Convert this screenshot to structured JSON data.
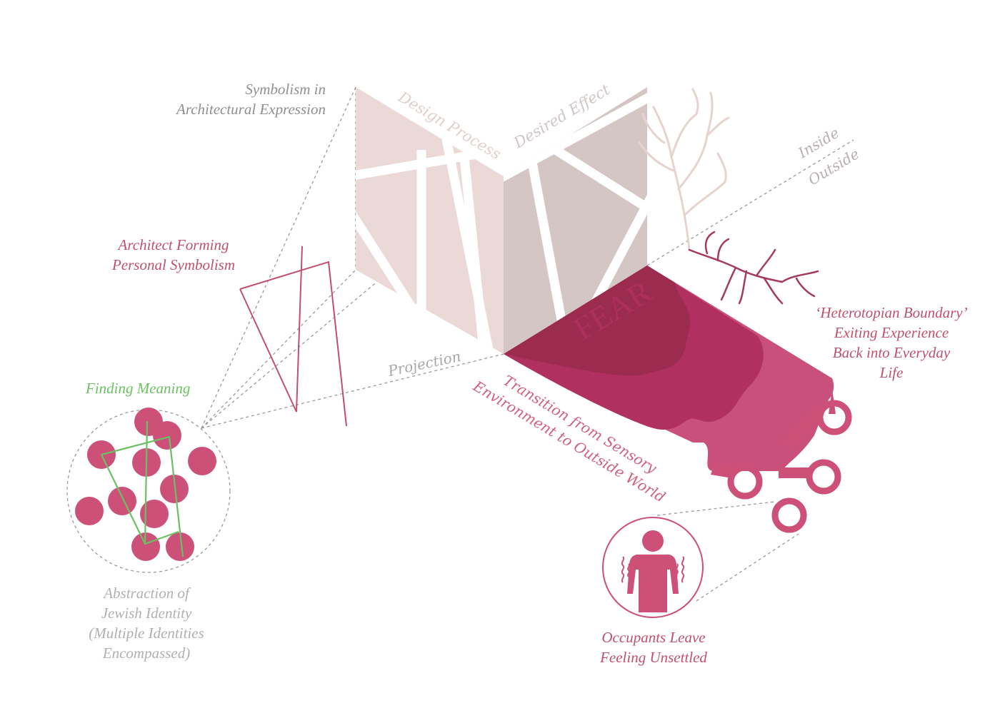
{
  "labels": {
    "symbolism": [
      "Symbolism in",
      "Architectural Expression"
    ],
    "architect": [
      "Architect Forming",
      "Personal Symbolism"
    ],
    "finding": "Finding Meaning",
    "abstraction": [
      "Abstraction of",
      "Jewish Identity",
      "(Multiple Identities",
      "Encompassed)"
    ],
    "design_process": "Design Process",
    "desired_effect": "Desired Effect",
    "inside": "Inside",
    "outside": "Outside",
    "projection": "Projection",
    "fear": "FEAR",
    "transition": [
      "Transition from Sensory",
      "Environment to Outside World"
    ],
    "heterotopian": [
      "‘Heterotopian Boundary’",
      "Exiting Experience",
      "Back into Everyday",
      "Life"
    ],
    "occupants": [
      "Occupants Leave",
      "Feeling Unsettled"
    ]
  },
  "colors": {
    "gray_text": "#8f8f8f",
    "light_gray_text": "#b0b0b0",
    "pink_text": "#c0506f",
    "green": "#6cc063",
    "magenta": "#b03060",
    "pale_panel": "#ead9d6",
    "mauve_panel": "#d4c6c5",
    "circle_pink": "#cc5078",
    "dark_magenta": "#9b2b4f",
    "mid_magenta": "#c8507a",
    "tree_light": "#e6d3cf",
    "tree_dark": "#a43a62"
  },
  "icons": {
    "person": "person-trembling-icon"
  }
}
